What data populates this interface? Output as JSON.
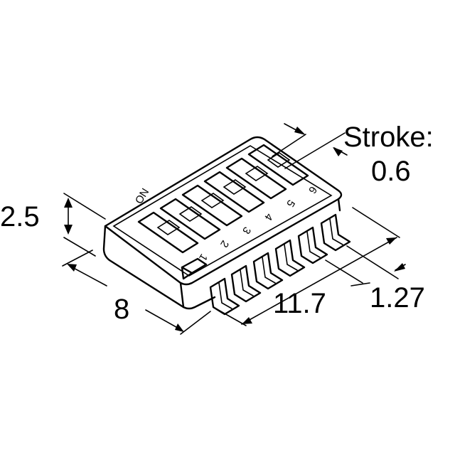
{
  "dimensions": {
    "stroke_title": "Stroke:",
    "stroke_value": "0.6",
    "height": "2.5",
    "width": "8",
    "length": "11.7",
    "pitch": "1.27"
  },
  "switch": {
    "on_label": "ON",
    "positions": [
      "1",
      "2",
      "3",
      "4",
      "5",
      "6"
    ]
  },
  "colors": {
    "ink": "#000000",
    "background": "#ffffff"
  }
}
